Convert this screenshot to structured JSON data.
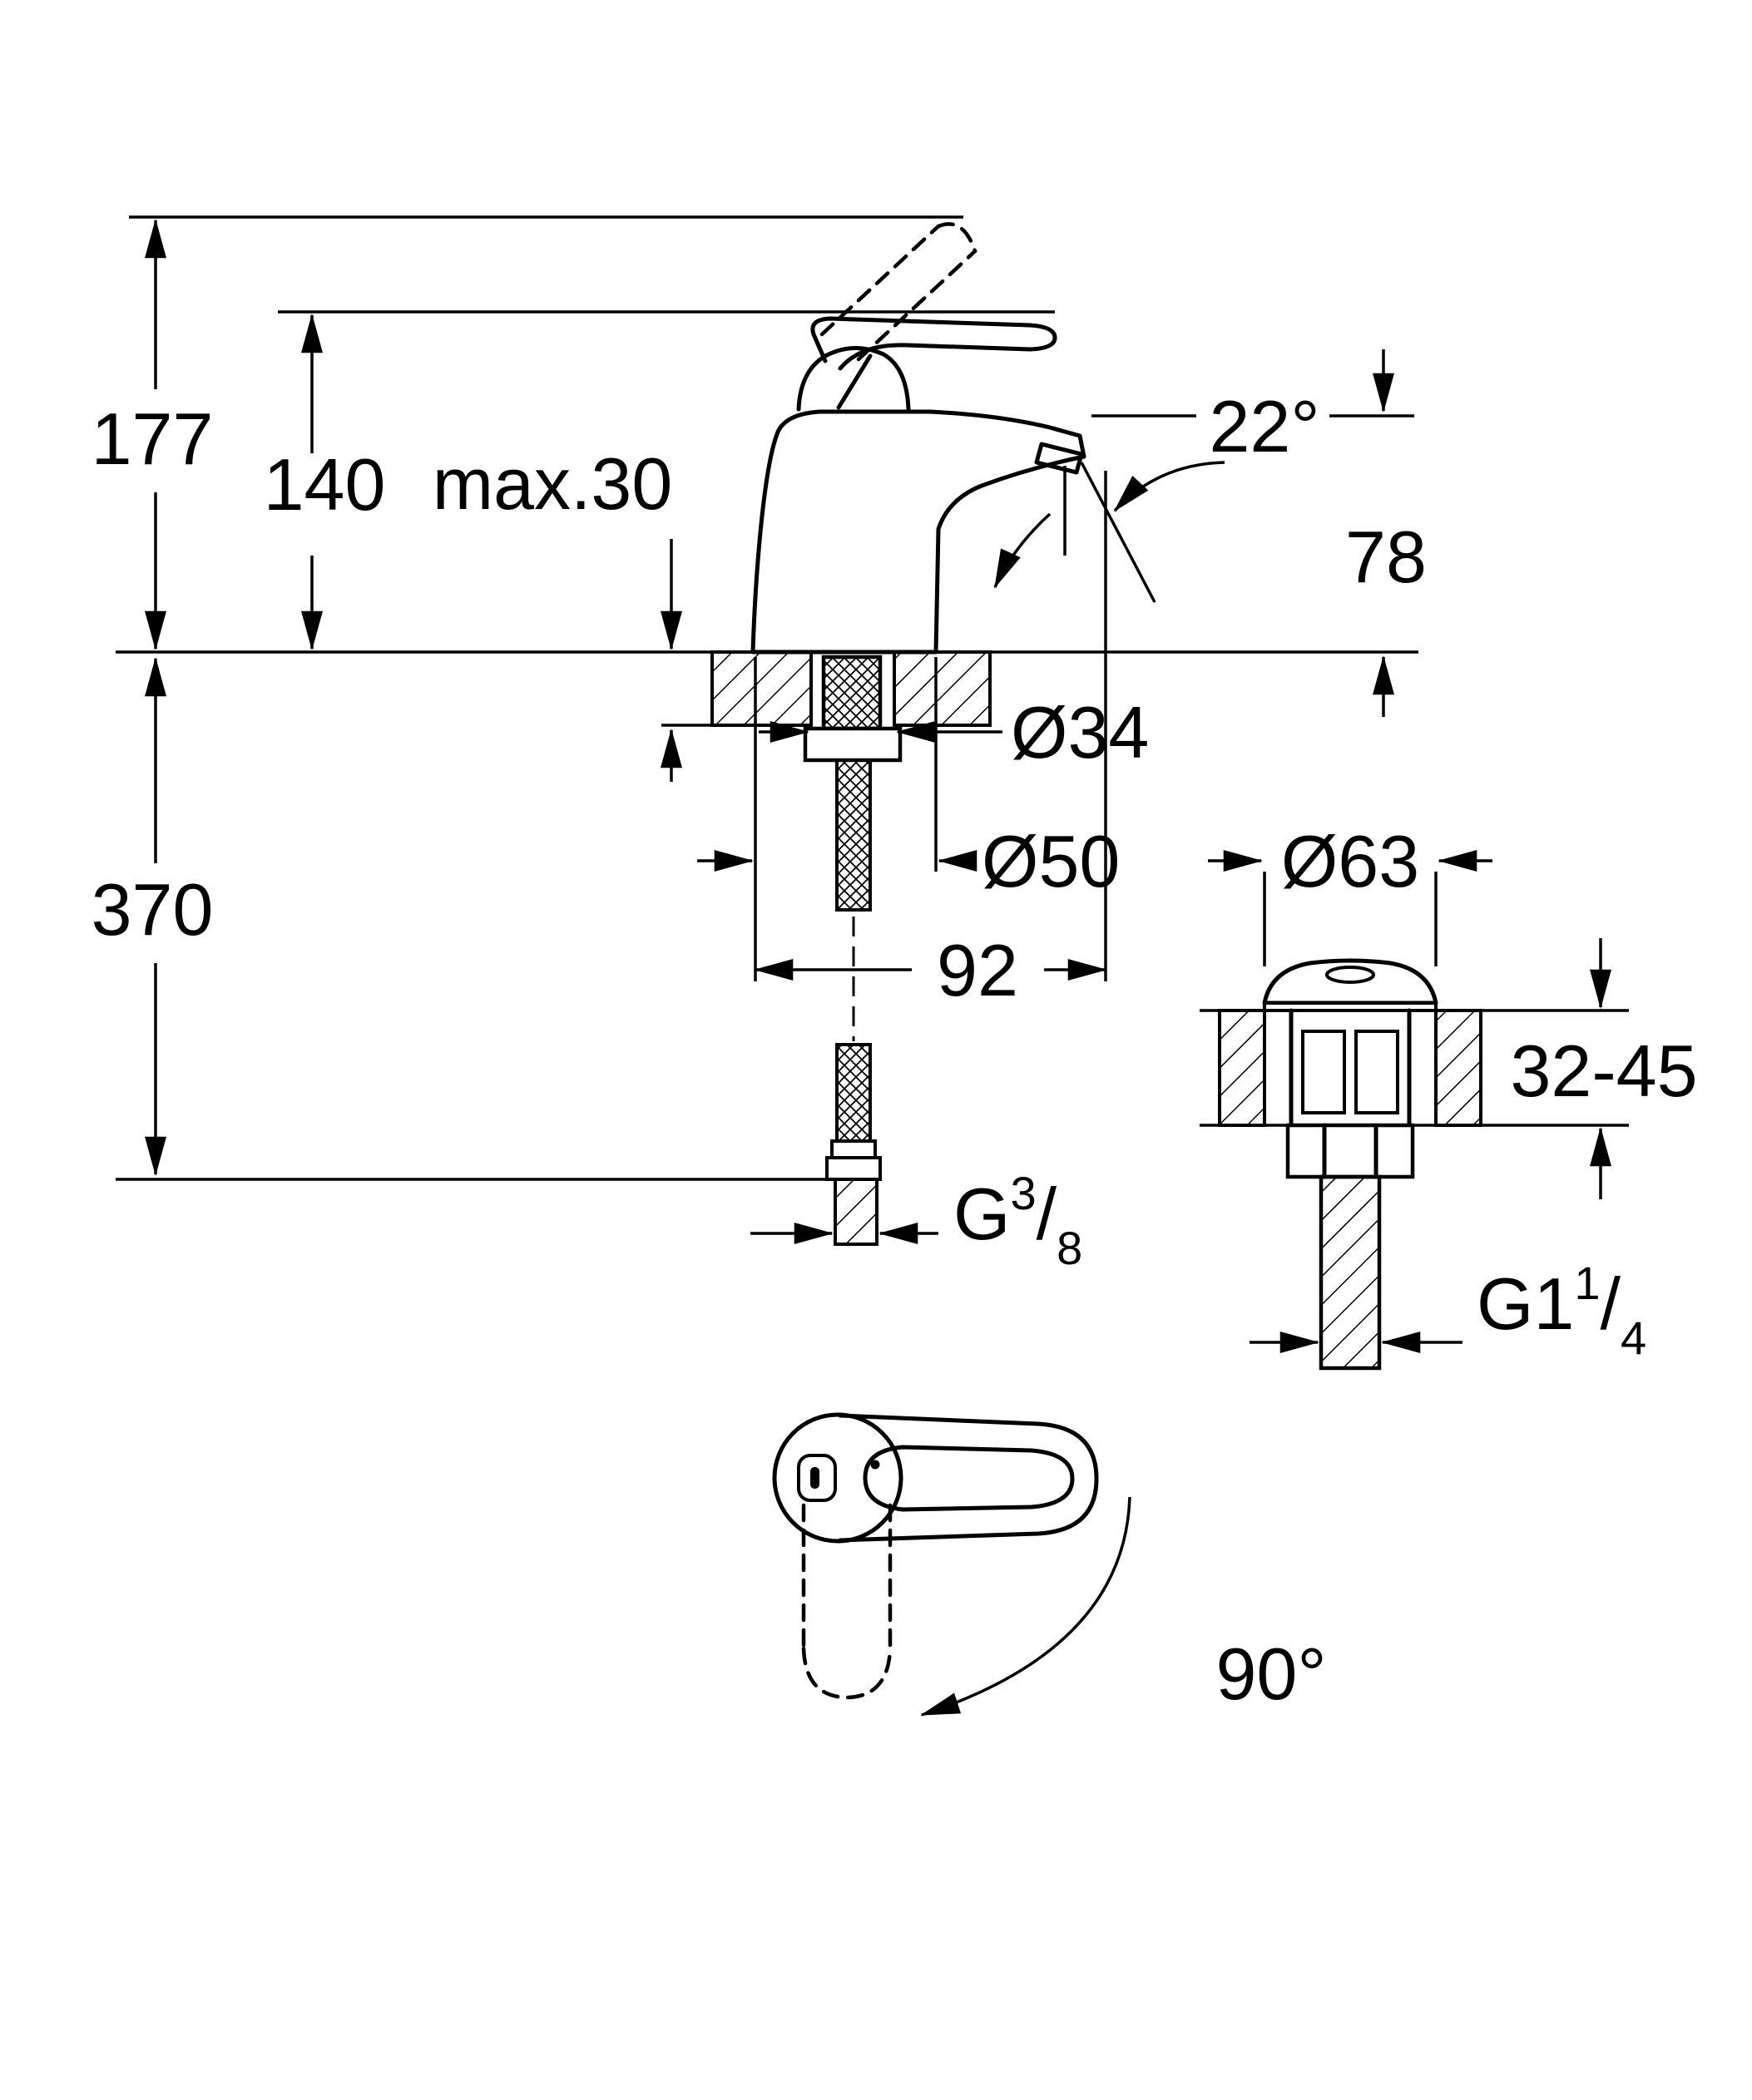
{
  "page": {
    "background": "#ffffff",
    "line_color": "#000000"
  },
  "drawing": {
    "front_view": {
      "total_height": "177",
      "height_to_spout_top": "140",
      "max_deck_thickness": "max.30",
      "spout_angle": "22°",
      "outlet_height": "78",
      "connection_length": "370",
      "hole_diameter": "Ø34",
      "base_diameter": "Ø50",
      "spout_reach": "92",
      "supply_thread": {
        "base": "G",
        "numerator": "3",
        "slash": "/",
        "denominator": "8"
      }
    },
    "waste_view": {
      "flange_diameter": "Ø63",
      "deck_thickness_range": "32-45",
      "waste_thread": {
        "base": "G1",
        "numerator": "1",
        "slash": "/",
        "denominator": "4"
      }
    },
    "top_view": {
      "handle_swing_angle": "90°"
    }
  }
}
